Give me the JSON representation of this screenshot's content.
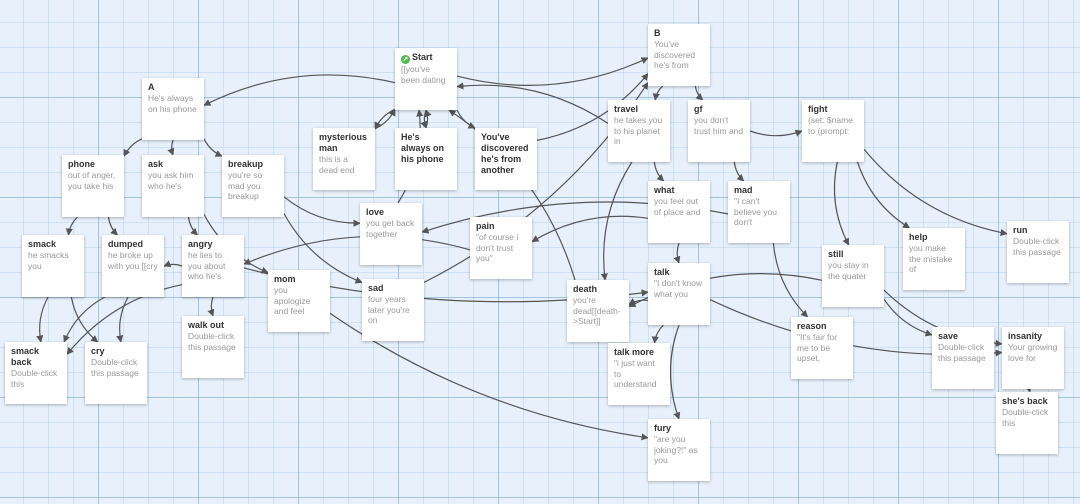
{
  "story_map": {
    "passages": [
      {
        "id": "start",
        "title": "Start",
        "excerpt": "[[you've been dating",
        "start": true
      },
      {
        "id": "A",
        "title": "A",
        "excerpt": "He's always on his phone"
      },
      {
        "id": "B",
        "title": "B",
        "excerpt": "You've discovered he's from"
      },
      {
        "id": "mysterious",
        "title": "mysterious man",
        "excerpt": "this is a dead end"
      },
      {
        "id": "hesalways",
        "title": "He's always on his phone",
        "excerpt": ""
      },
      {
        "id": "youvediscovered",
        "title": "You've discovered he's from another",
        "excerpt": ""
      },
      {
        "id": "travel",
        "title": "travel",
        "excerpt": "he takes you to his planet in"
      },
      {
        "id": "gf",
        "title": "gf",
        "excerpt": "you don't trust him and"
      },
      {
        "id": "fight",
        "title": "fight",
        "excerpt": "(set: $name to (prompt:"
      },
      {
        "id": "phone",
        "title": "phone",
        "excerpt": "out of anger, you take his"
      },
      {
        "id": "ask",
        "title": "ask",
        "excerpt": "you ask him who he's"
      },
      {
        "id": "breakup",
        "title": "breakup",
        "excerpt": "you're so mad you breakup"
      },
      {
        "id": "what",
        "title": "what",
        "excerpt": "you feel out of place and"
      },
      {
        "id": "mad",
        "title": "mad",
        "excerpt": "\"I can't believe you don't"
      },
      {
        "id": "smack",
        "title": "smack",
        "excerpt": "he smacks you"
      },
      {
        "id": "dumped",
        "title": "dumped",
        "excerpt": "he broke up with you [[cry"
      },
      {
        "id": "angry",
        "title": "angry",
        "excerpt": "he lies to you about who he's"
      },
      {
        "id": "love",
        "title": "love",
        "excerpt": "you get back together"
      },
      {
        "id": "pain",
        "title": "pain",
        "excerpt": "\"of course i don't trust you\""
      },
      {
        "id": "help",
        "title": "help",
        "excerpt": "you make the mistake of"
      },
      {
        "id": "run",
        "title": "run",
        "excerpt": "Double-click this passage"
      },
      {
        "id": "still",
        "title": "still",
        "excerpt": "you stay in the quater"
      },
      {
        "id": "talk",
        "title": "talk",
        "excerpt": "\"I don't know what you"
      },
      {
        "id": "mom",
        "title": "mom",
        "excerpt": "you apologize and feel"
      },
      {
        "id": "sad",
        "title": "sad",
        "excerpt": "four years later you're on"
      },
      {
        "id": "death",
        "title": "death",
        "excerpt": "you're dead[[death->Start]]"
      },
      {
        "id": "walkout",
        "title": "walk out",
        "excerpt": "Double-click this passage"
      },
      {
        "id": "reason",
        "title": "reason",
        "excerpt": "\"It's fair for me to be upset,"
      },
      {
        "id": "save",
        "title": "save",
        "excerpt": "Double-click this passage"
      },
      {
        "id": "insanity",
        "title": "insanity",
        "excerpt": "Your growing love for"
      },
      {
        "id": "smackback",
        "title": "smack back",
        "excerpt": "Double-click this"
      },
      {
        "id": "cry",
        "title": "cry",
        "excerpt": "Double-click this passage"
      },
      {
        "id": "talkmore",
        "title": "talk more",
        "excerpt": "\"i just want to understand"
      },
      {
        "id": "fury",
        "title": "fury",
        "excerpt": "\"are you joking?!\" as you"
      },
      {
        "id": "shesback",
        "title": "she's back",
        "excerpt": "Double-click this"
      }
    ],
    "links": [
      [
        "start",
        "A"
      ],
      [
        "start",
        "B"
      ],
      [
        "start",
        "mysterious"
      ],
      [
        "start",
        "hesalways"
      ],
      [
        "start",
        "youvediscovered"
      ],
      [
        "A",
        "phone"
      ],
      [
        "A",
        "ask"
      ],
      [
        "A",
        "breakup"
      ],
      [
        "B",
        "travel"
      ],
      [
        "B",
        "gf"
      ],
      [
        "travel",
        "start"
      ],
      [
        "travel",
        "death"
      ],
      [
        "travel",
        "what"
      ],
      [
        "gf",
        "fight"
      ],
      [
        "gf",
        "mad"
      ],
      [
        "fight",
        "help"
      ],
      [
        "fight",
        "run"
      ],
      [
        "fight",
        "still"
      ],
      [
        "phone",
        "smack"
      ],
      [
        "phone",
        "dumped"
      ],
      [
        "ask",
        "angry"
      ],
      [
        "ask",
        "mom"
      ],
      [
        "breakup",
        "love"
      ],
      [
        "breakup",
        "sad"
      ],
      [
        "what",
        "pain"
      ],
      [
        "what",
        "talk"
      ],
      [
        "mad",
        "reason"
      ],
      [
        "mad",
        "love"
      ],
      [
        "smack",
        "smackback"
      ],
      [
        "smack",
        "cry"
      ],
      [
        "dumped",
        "smackback"
      ],
      [
        "dumped",
        "cry"
      ],
      [
        "angry",
        "walkout"
      ],
      [
        "angry",
        "talk"
      ],
      [
        "angry",
        "dumped"
      ],
      [
        "angry",
        "smackback"
      ],
      [
        "pain",
        "angry"
      ],
      [
        "still",
        "death"
      ],
      [
        "still",
        "save"
      ],
      [
        "still",
        "insanity"
      ],
      [
        "talk",
        "death"
      ],
      [
        "talk",
        "talkmore"
      ],
      [
        "talk",
        "fury"
      ],
      [
        "talk",
        "insanity"
      ],
      [
        "mom",
        "fury"
      ],
      [
        "insanity",
        "shesback"
      ],
      [
        "mysterious",
        "start"
      ],
      [
        "hesalways",
        "start"
      ],
      [
        "youvediscovered",
        "B"
      ],
      [
        "sad",
        "B"
      ],
      [
        "death",
        "start"
      ],
      [
        "love",
        "start"
      ]
    ]
  }
}
